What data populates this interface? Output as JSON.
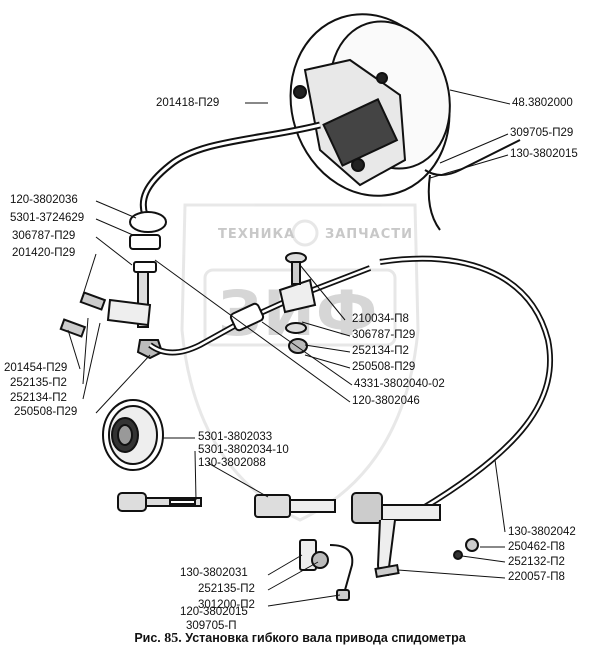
{
  "watermark": {
    "line1": "ТЕХНИКА",
    "line2": "ЗАПЧАСТИ",
    "logo": "ЗИФ"
  },
  "caption": {
    "prefix": "Рис.",
    "number": "85.",
    "text": "Установка гибкого вала привода спидометра"
  },
  "labels": {
    "l201418": "201418-П29",
    "l48": "48.3802000",
    "l309705_top": "309705-П29",
    "l130_015_top": "130-3802015",
    "l120_036": "120-3802036",
    "l5301_629": "5301-3724629",
    "l306787_left": "306787-П29",
    "l201420": "201420-П29",
    "l201454": "201454-П29",
    "l252135_left": "252135-П2",
    "l252134_left": "252134-П2",
    "l250508_left": "250508-П29",
    "l210034": "210034-П8",
    "l306787_right": "306787-П29",
    "l252134_right": "252134-П2",
    "l250508_right": "250508-П29",
    "l4331": "4331-3802040-02",
    "l120_046": "120-3802046",
    "l5301_033": "5301-3802033",
    "l5301_034": "5301-3802034-10",
    "l130_088": "130-3802088",
    "l130_042": "130-3802042",
    "l250462": "250462-П8",
    "l252132": "252132-П2",
    "l220057": "220057-П8",
    "l130_031": "130-3802031",
    "l252135_bot": "252135-П2",
    "l301200": "301200-П2",
    "l120_015_bot": "120-3802015",
    "l309705_bot": "309705-П"
  }
}
